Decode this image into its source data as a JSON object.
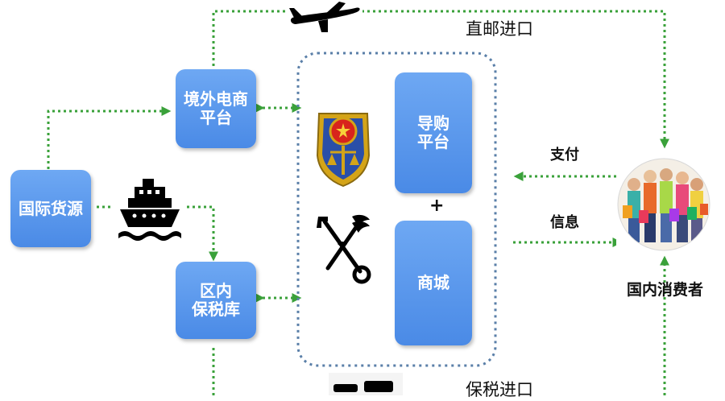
{
  "nodes": {
    "source": {
      "lines": [
        "国际货源"
      ]
    },
    "overseas_platform": {
      "lines": [
        "境外电商",
        "平台"
      ]
    },
    "bonded_warehouse": {
      "lines": [
        "区内",
        "保税库"
      ]
    },
    "shopping_guide": {
      "lines": [
        "导购",
        "平台"
      ]
    },
    "mall": {
      "lines": [
        "商城"
      ]
    },
    "plus": "+",
    "consumer_label": "国内消费者"
  },
  "edge_labels": {
    "direct_mail": "直邮进口",
    "payment": "支付",
    "info": "信息",
    "bonded_import": "保税进口"
  },
  "icons": [
    "airplane-icon",
    "ship-icon",
    "national-emblem-icon",
    "customs-emblem-icon",
    "truck-icon",
    "shoppers-photo"
  ],
  "colors": {
    "box": "#5b9bf0",
    "arrow": "#3aa13a",
    "group_border": "#5a7fa8"
  }
}
